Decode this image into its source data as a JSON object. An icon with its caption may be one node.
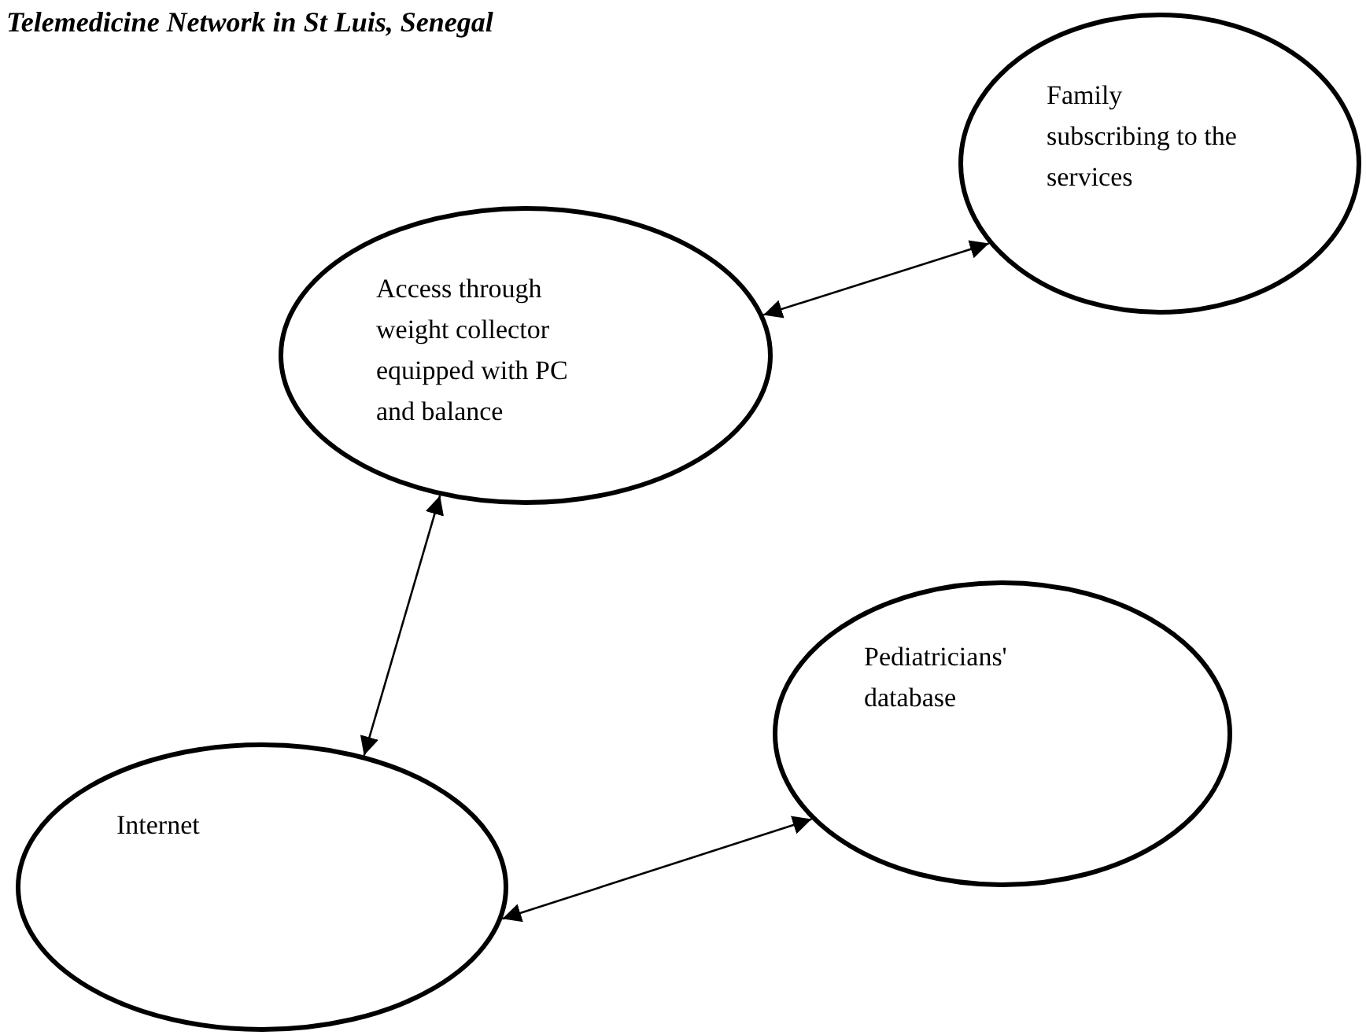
{
  "diagram": {
    "title": "Telemedicine Network in St Luis, Senegal",
    "nodes": [
      {
        "text": [
          "Family subscribing to the services"
        ]
      },
      {
        "text": [
          "Access through weight collector equipped with PC and balance"
        ]
      },
      {
        "text": [
          "Pediatricians' database"
        ]
      },
      {
        "text": [
          "Internet"
        ]
      }
    ],
    "edges": [
      {
        "from": 1,
        "to": 0,
        "arrow": "both"
      },
      {
        "from": 1,
        "to": 3,
        "arrow": "both"
      },
      {
        "from": 3,
        "to": 2,
        "arrow": "both"
      }
    ]
  }
}
